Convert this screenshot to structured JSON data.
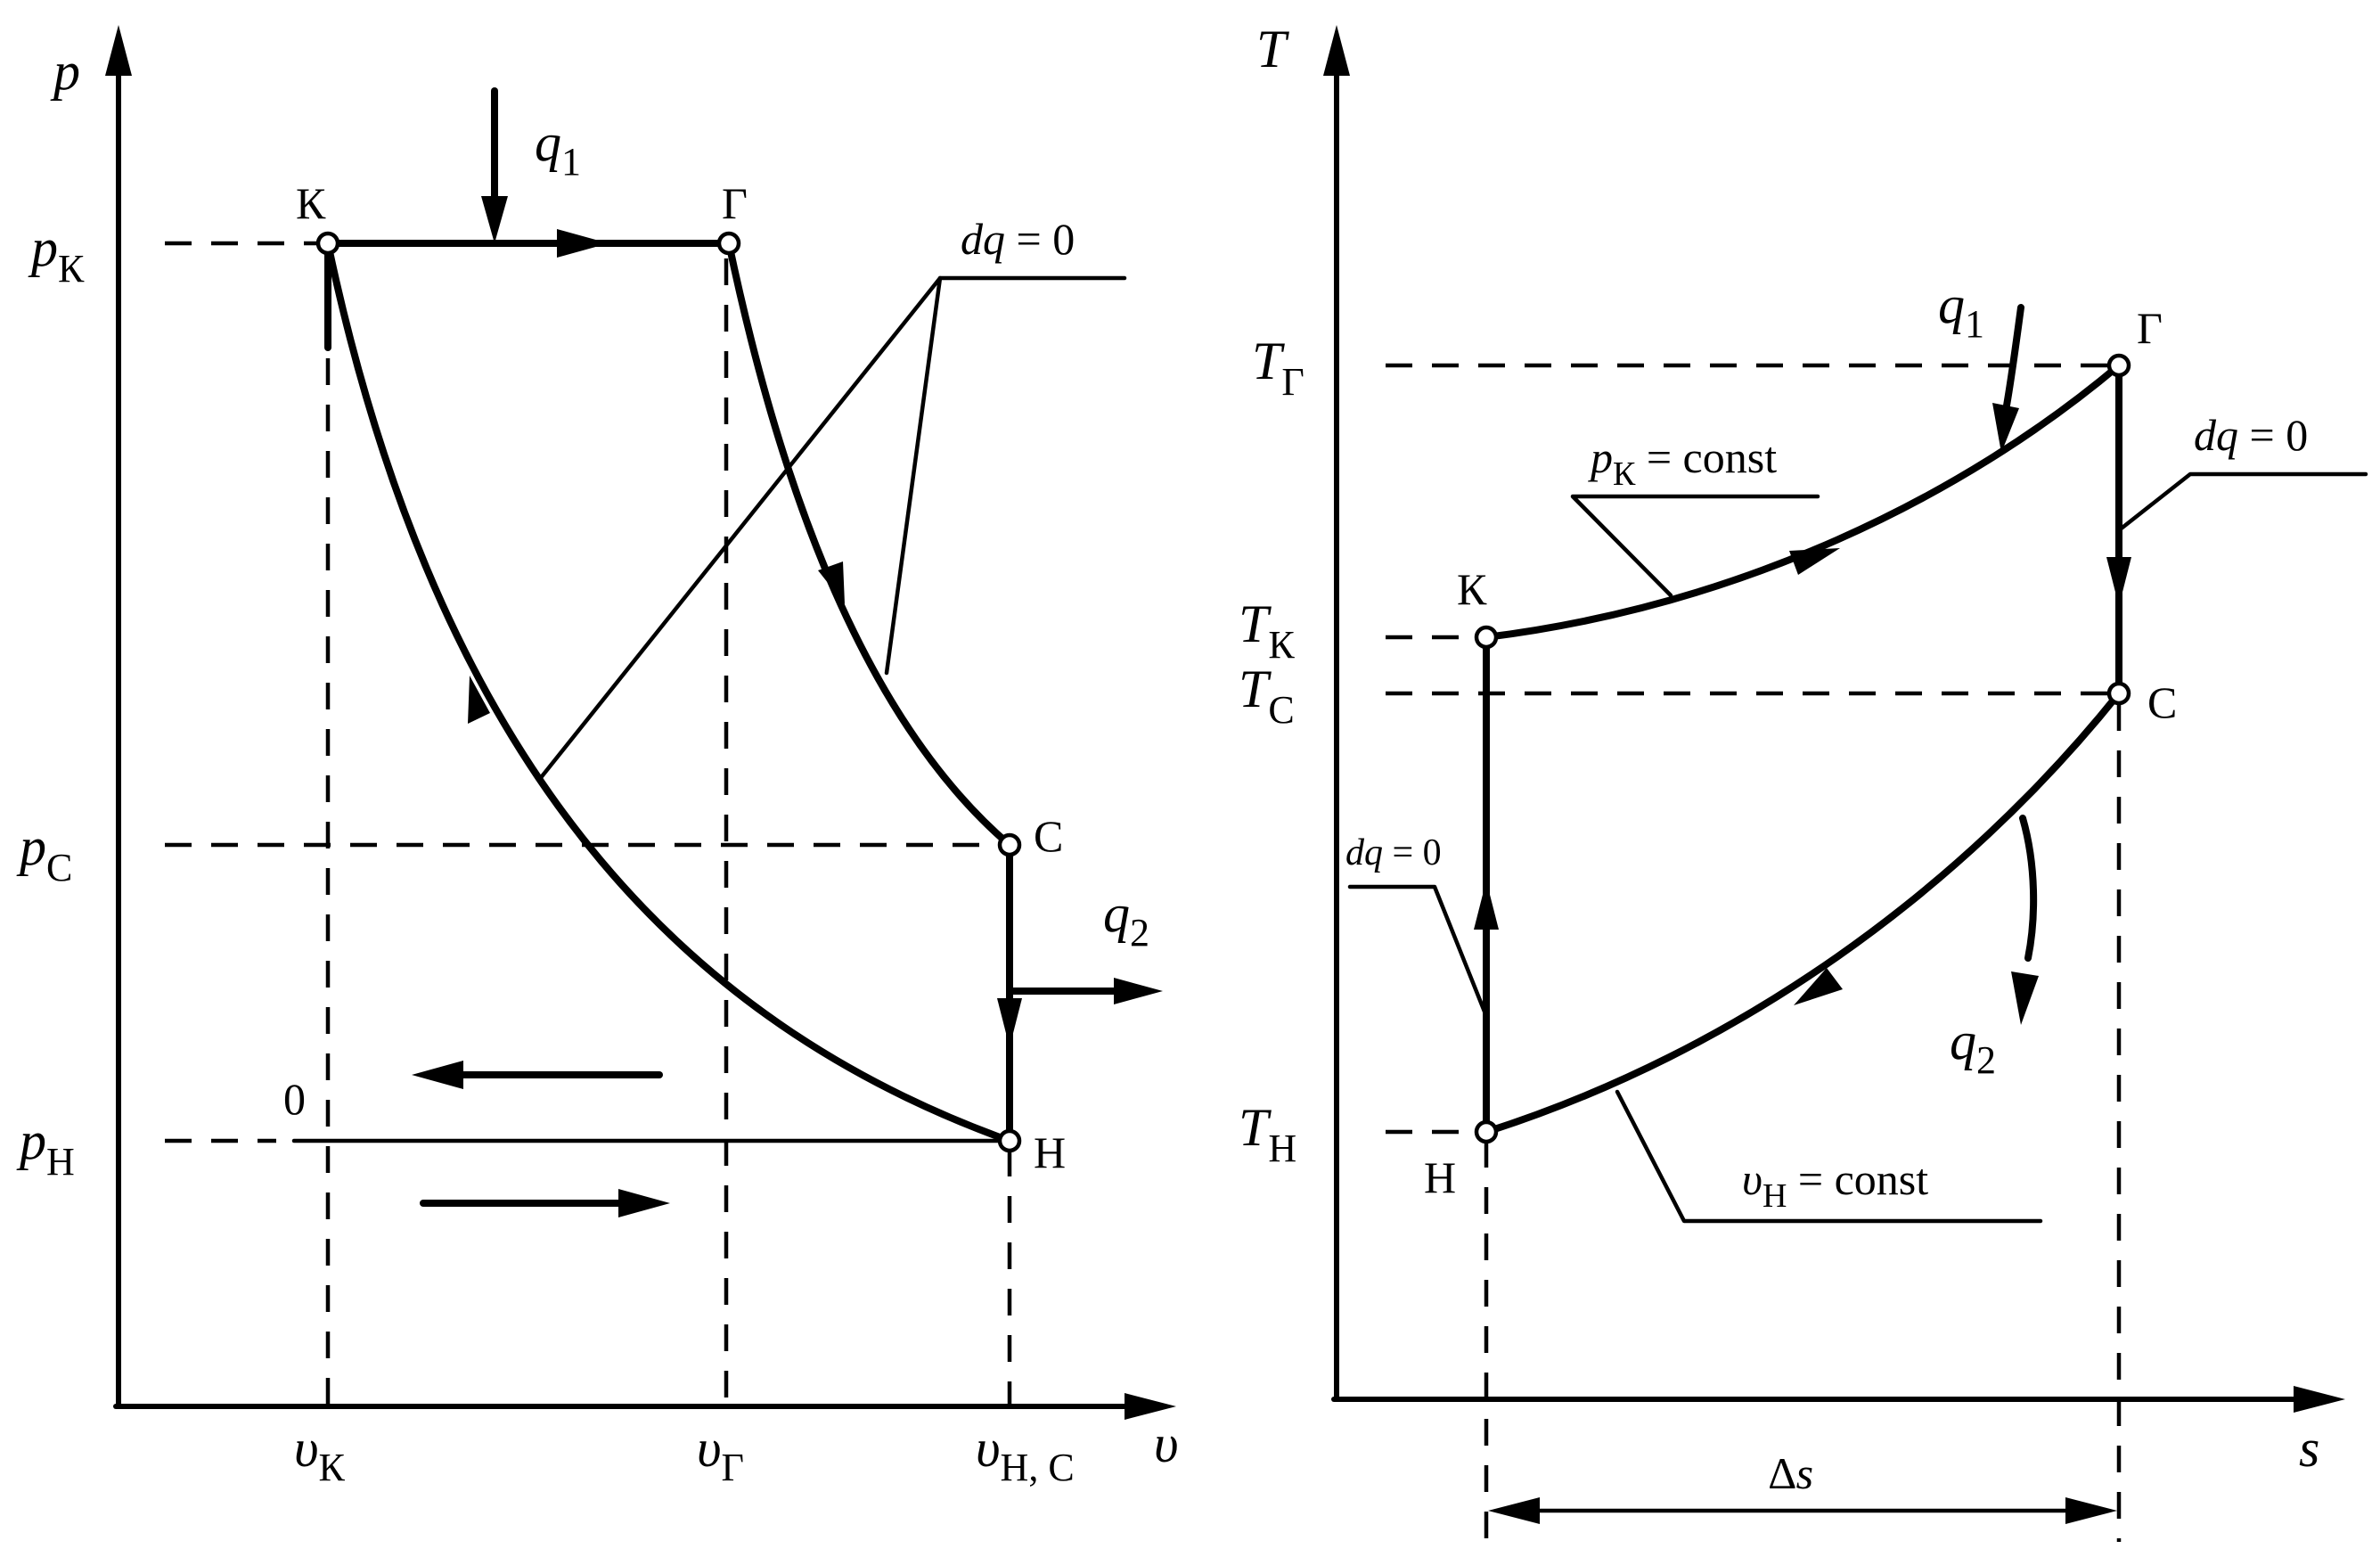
{
  "pv": {
    "axis_y": "p",
    "axis_x": "υ",
    "p_K": {
      "main": "p",
      "sub": "К"
    },
    "p_C": {
      "main": "p",
      "sub": "С"
    },
    "p_H": {
      "main": "p",
      "sub": "Н"
    },
    "v_K": {
      "main": "υ",
      "sub": "К"
    },
    "v_G": {
      "main": "υ",
      "sub": "Г"
    },
    "v_HC": {
      "main": "υ",
      "sub": "Н, С"
    },
    "point_K": "К",
    "point_G": "Г",
    "point_C": "С",
    "point_H": "Н",
    "point_0": "0",
    "q1": {
      "main": "q",
      "sub": "1"
    },
    "q2": {
      "main": "q",
      "sub": "2"
    },
    "adiabatic": {
      "d": "dq",
      "rest": " = 0"
    }
  },
  "ts": {
    "axis_y": "T",
    "axis_x": "s",
    "T_G": {
      "main": "T",
      "sub": "Г"
    },
    "T_K": {
      "main": "T",
      "sub": "К"
    },
    "T_C": {
      "main": "T",
      "sub": "С"
    },
    "T_H": {
      "main": "T",
      "sub": "Н"
    },
    "point_G": "Г",
    "point_K": "К",
    "point_C": "С",
    "point_H": "Н",
    "q1": {
      "main": "q",
      "sub": "1"
    },
    "q2": {
      "main": "q",
      "sub": "2"
    },
    "adiabatic_right": {
      "d": "dq",
      "rest": " = 0"
    },
    "adiabatic_left": {
      "d": "dq",
      "rest": " = 0"
    },
    "isobar": {
      "main": "p",
      "sub": "К",
      "rest": " = const"
    },
    "isochore": {
      "main": "υ",
      "sub": "Н",
      "rest": " = const"
    },
    "delta_s": {
      "sym": "∆",
      "var": "s"
    }
  }
}
